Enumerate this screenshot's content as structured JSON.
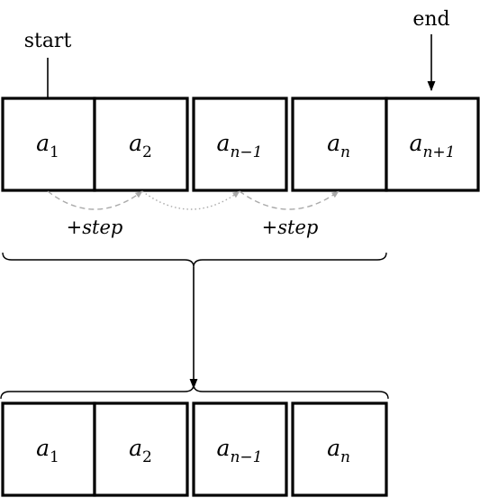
{
  "pointers": {
    "start_label": "start",
    "end_label": "end"
  },
  "top_cells": [
    {
      "base": "a",
      "sub": "1"
    },
    {
      "base": "a",
      "sub": "2"
    },
    {
      "base": "a",
      "sub": "n−1"
    },
    {
      "base": "a",
      "sub": "n"
    },
    {
      "base": "a",
      "sub": "n+1"
    }
  ],
  "bottom_cells": [
    {
      "base": "a",
      "sub": "1"
    },
    {
      "base": "a",
      "sub": "2"
    },
    {
      "base": "a",
      "sub": "n−1"
    },
    {
      "base": "a",
      "sub": "n"
    }
  ],
  "step_labels": [
    "+step",
    "+step"
  ],
  "colors": {
    "box_stroke": "#000000",
    "hop_arrow": "#aaaaaa"
  }
}
